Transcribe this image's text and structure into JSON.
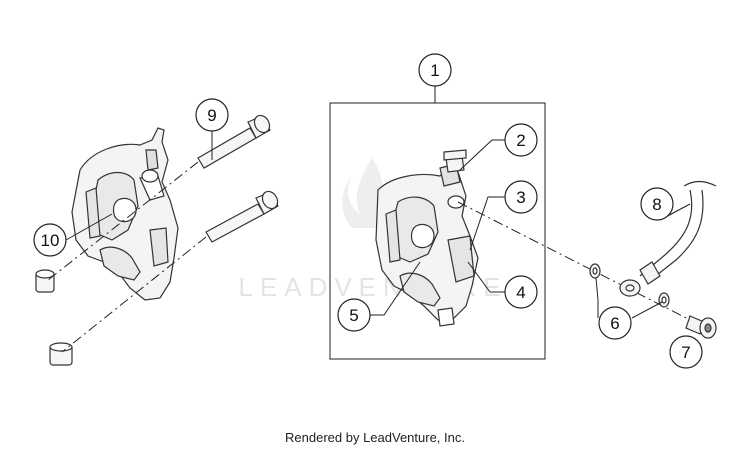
{
  "callouts": {
    "c1": "1",
    "c2": "2",
    "c3": "3",
    "c4": "4",
    "c5": "5",
    "c6": "6",
    "c7": "7",
    "c8": "8",
    "c9": "9",
    "c10": "10"
  },
  "watermark": "LEADVENTURE",
  "footer": "Rendered by LeadVenture, Inc.",
  "colors": {
    "line": "#222222",
    "part_stroke": "#333333",
    "part_fill": "#f2f2f2",
    "watermark": "#e6e6e6"
  }
}
